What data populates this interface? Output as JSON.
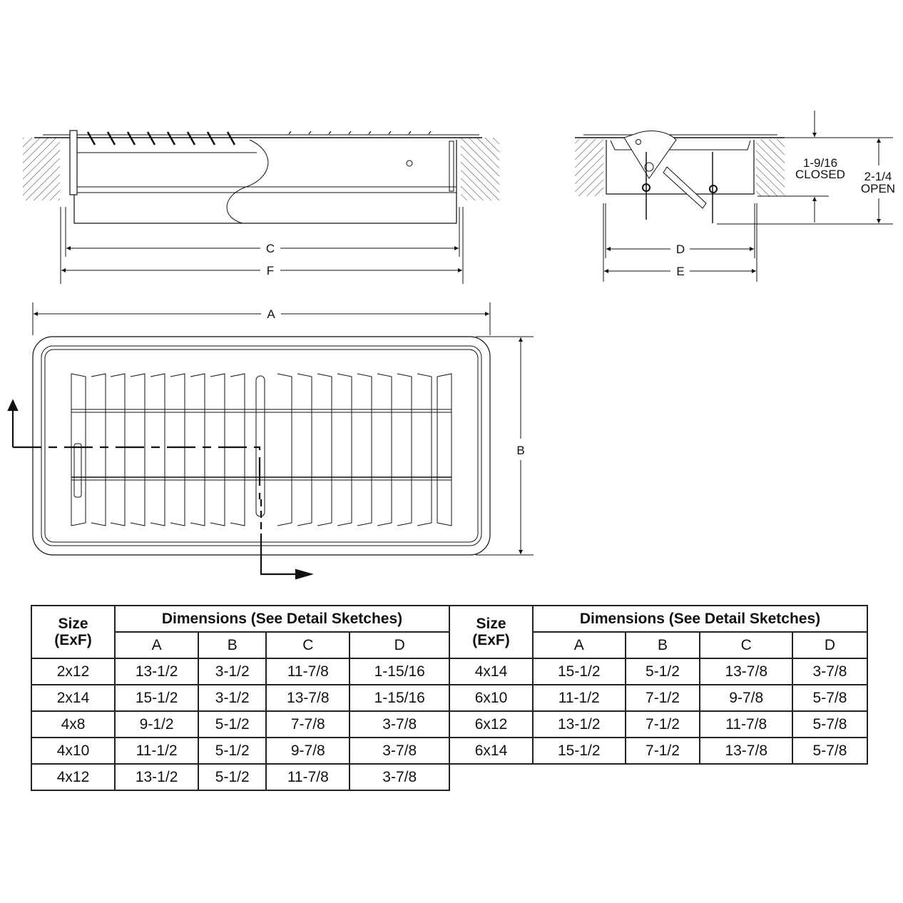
{
  "drawings": {
    "side_section": {
      "labels": {
        "c": "C",
        "f": "F"
      }
    },
    "end_section": {
      "labels": {
        "d": "D",
        "e": "E"
      },
      "closed_height": "1-9/16",
      "closed_label": "CLOSED",
      "open_height": "2-1/4",
      "open_label": "OPEN"
    },
    "top_view": {
      "labels": {
        "a": "A",
        "b": "B"
      }
    }
  },
  "table": {
    "size_header_line1": "Size",
    "size_header_line2": "(ExF)",
    "dimensions_header": "Dimensions (See Detail Sketches)",
    "columns": [
      "A",
      "B",
      "C",
      "D"
    ],
    "left_rows": [
      {
        "size": "2x12",
        "a": "13-1/2",
        "b": "3-1/2",
        "c": "11-7/8",
        "d": "1-15/16"
      },
      {
        "size": "2x14",
        "a": "15-1/2",
        "b": "3-1/2",
        "c": "13-7/8",
        "d": "1-15/16"
      },
      {
        "size": "4x8",
        "a": "9-1/2",
        "b": "5-1/2",
        "c": "7-7/8",
        "d": "3-7/8"
      },
      {
        "size": "4x10",
        "a": "11-1/2",
        "b": "5-1/2",
        "c": "9-7/8",
        "d": "3-7/8"
      },
      {
        "size": "4x12",
        "a": "13-1/2",
        "b": "5-1/2",
        "c": "11-7/8",
        "d": "3-7/8"
      }
    ],
    "right_rows": [
      {
        "size": "4x14",
        "a": "15-1/2",
        "b": "5-1/2",
        "c": "13-7/8",
        "d": "3-7/8"
      },
      {
        "size": "6x10",
        "a": "11-1/2",
        "b": "7-1/2",
        "c": "9-7/8",
        "d": "5-7/8"
      },
      {
        "size": "6x12",
        "a": "13-1/2",
        "b": "7-1/2",
        "c": "11-7/8",
        "d": "5-7/8"
      },
      {
        "size": "6x14",
        "a": "15-1/2",
        "b": "7-1/2",
        "c": "13-7/8",
        "d": "5-7/8"
      }
    ]
  }
}
